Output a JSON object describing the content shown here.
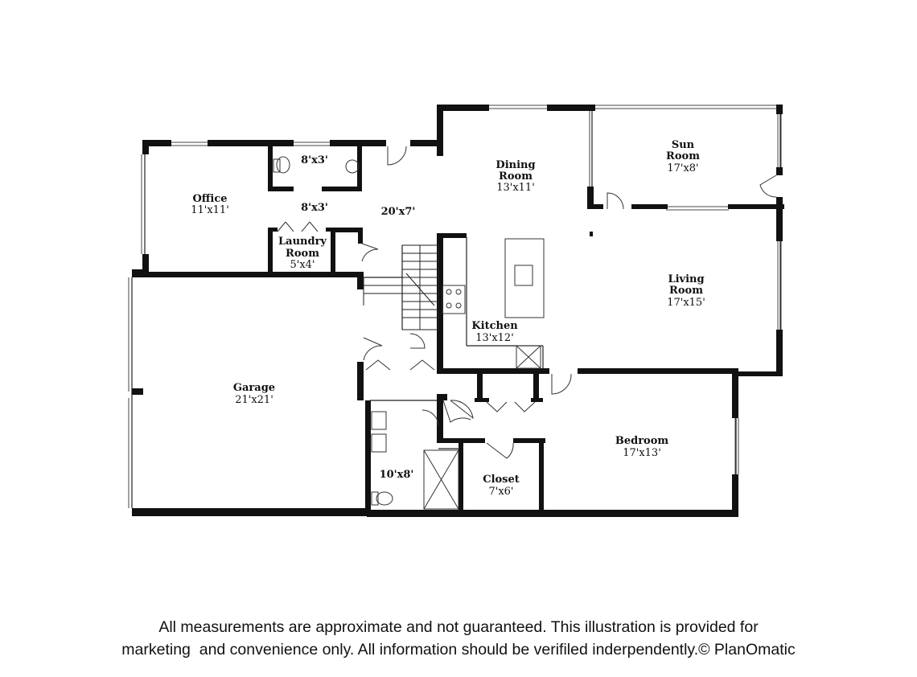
{
  "rooms": [
    {
      "id": "office",
      "name": "Office",
      "dims": "11'x11'"
    },
    {
      "id": "bath-small",
      "name": "",
      "dims": "8'x3'"
    },
    {
      "id": "hall-small",
      "name": "",
      "dims": "8'x3'"
    },
    {
      "id": "laundry",
      "name": "Laundry\nRoom",
      "dims": "5'x4'"
    },
    {
      "id": "entry",
      "name": "",
      "dims": "20'x7'"
    },
    {
      "id": "dining",
      "name": "Dining\nRoom",
      "dims": "13'x11'"
    },
    {
      "id": "sun",
      "name": "Sun\nRoom",
      "dims": "17'x8'"
    },
    {
      "id": "living",
      "name": "Living\nRoom",
      "dims": "17'x15'"
    },
    {
      "id": "kitchen",
      "name": "Kitchen",
      "dims": "13'x12'"
    },
    {
      "id": "garage",
      "name": "Garage",
      "dims": "21'x21'"
    },
    {
      "id": "bath",
      "name": "",
      "dims": "10'x8'"
    },
    {
      "id": "closet",
      "name": "Closet",
      "dims": "7'x6'"
    },
    {
      "id": "bedroom",
      "name": "Bedroom",
      "dims": "17'x13'"
    }
  ],
  "disclaimer": {
    "line1": "All measurements are approximate and not guaranteed. This illustration is provided for",
    "line2": "marketing  and convenience only. All information should be verifiled inderpendently.",
    "copyright": "© PlanOmatic"
  }
}
